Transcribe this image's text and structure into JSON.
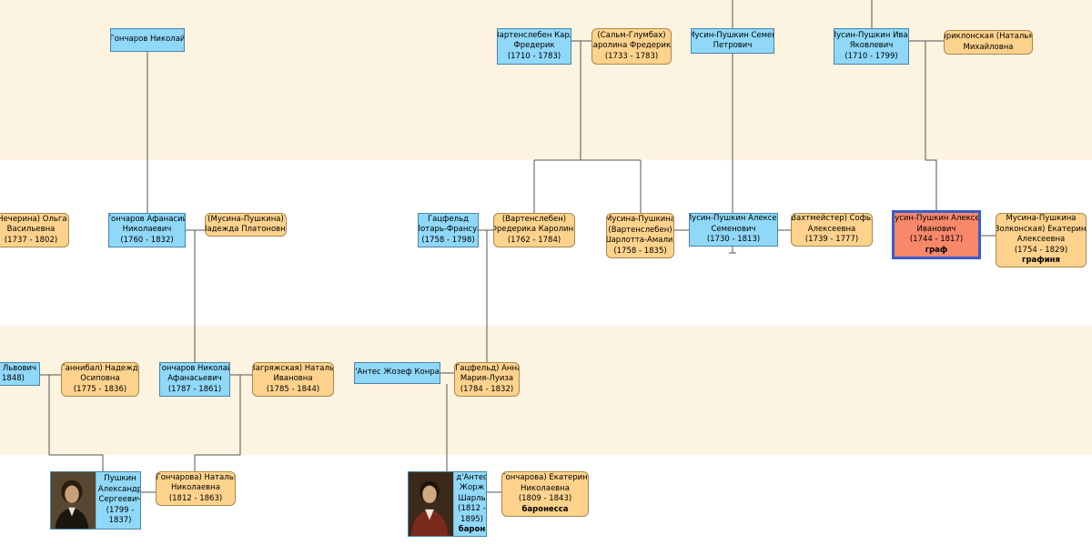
{
  "colors": {
    "male_fill": "#8fd8f8",
    "female_fill": "#fdd28c",
    "selected_fill": "#f7886a",
    "selected_border": "#3a5bc8",
    "band_cream": "#fdf3e1"
  },
  "persons": {
    "goncharov_nikolay": {
      "lines": [
        "Гончаров Николай"
      ]
    },
    "wartensleben_karl": {
      "lines": [
        "Вартенслебен Карл",
        "Фредерик",
        "(1710 - 1783)"
      ]
    },
    "salm_karolina": {
      "lines": [
        "(Сальм-Глумбах)",
        "Каролина Фредерика",
        "(1733 - 1783)"
      ]
    },
    "musin_semen": {
      "lines": [
        "Мусин-Пушкин Семен",
        "Петрович"
      ]
    },
    "musin_ivan": {
      "lines": [
        "Мусин-Пушкин Иван",
        "Яковлевич",
        "(1710 - 1799)"
      ]
    },
    "priklonskaya": {
      "lines": [
        "Приклонская (Наталья)",
        "Михайловна"
      ]
    },
    "chicherina": {
      "lines": [
        "(Чечерина) Ольга",
        "Васильевна",
        "(1737 - 1802)"
      ]
    },
    "goncharov_afanasy": {
      "lines": [
        "Гончаров Афанасий",
        "Николаевич",
        "(1760 - 1832)"
      ]
    },
    "musina_nadezhda": {
      "lines": [
        "(Мусина-Пушкина)",
        "Надежда Платоновна"
      ]
    },
    "hatzfeld_lothar": {
      "lines": [
        "Гацфельд",
        "Лотарь-Франсуа",
        "(1758 - 1798)"
      ]
    },
    "wartensleben_friederike": {
      "lines": [
        "(Вартенслебен)",
        "Фредерика Каролина",
        "(1762 - 1784)"
      ]
    },
    "musina_charlotte": {
      "lines": [
        "Мусина-Пушкина",
        "(Вартенслебен)",
        "Шарлотта-Амалия",
        "(1758 - 1835)"
      ]
    },
    "musin_alexey_s": {
      "lines": [
        "Мусин-Пушкин Алексей",
        "Семенович",
        "(1730 - 1813)"
      ]
    },
    "wachtmeister_sofya": {
      "lines": [
        "(Вахтмейстер) Софья",
        "Алексеевна",
        "(1739 - 1777)"
      ]
    },
    "musin_alexey_i": {
      "lines": [
        "Мусин-Пушкин Алексей",
        "Иванович",
        "(1744 - 1817)"
      ],
      "title": "граф"
    },
    "musina_ekaterina": {
      "lines": [
        "Мусина-Пушкина",
        "(Волконская) Екатерина",
        "Алексеевна",
        "(1754 - 1829)"
      ],
      "title": "графиня"
    },
    "pushkin_sergey": {
      "lines": [
        "ей Львович",
        "1848)"
      ]
    },
    "gannibal_nadezhda": {
      "lines": [
        "(Ганнибал) Надежда",
        "Осиповна",
        "(1775 - 1836)"
      ]
    },
    "goncharov_nikolay_a": {
      "lines": [
        "Гончаров Николай",
        "Афанасьевич",
        "(1787 - 1861)"
      ]
    },
    "zagryazhskaya": {
      "lines": [
        "(Загряжская) Наталья",
        "Ивановна",
        "(1785 - 1844)"
      ]
    },
    "dantes_joseph": {
      "lines": [
        "д'Антес Жозеф Конрад"
      ]
    },
    "hatzfeld_anna": {
      "lines": [
        "(Гацфельд) Анна",
        "Мария-Луиза",
        "(1784 - 1832)"
      ]
    },
    "pushkin_alexander": {
      "lines": [
        "Пушкин",
        "Александр",
        "Сергеевич",
        "(1799 -",
        "1837)"
      ]
    },
    "goncharova_natalya": {
      "lines": [
        "(Гончарова) Наталья",
        "Николаевна",
        "(1812 - 1863)"
      ]
    },
    "dantes_georges": {
      "lines": [
        "д'Антес",
        "Жорж",
        "Шарль",
        "(1812 -",
        "1895)"
      ],
      "title": "барон"
    },
    "goncharova_ekaterina": {
      "lines": [
        "(Гончарова) Екатерина",
        "Николаевна",
        "(1809 - 1843)"
      ],
      "title": "баронесса"
    }
  }
}
